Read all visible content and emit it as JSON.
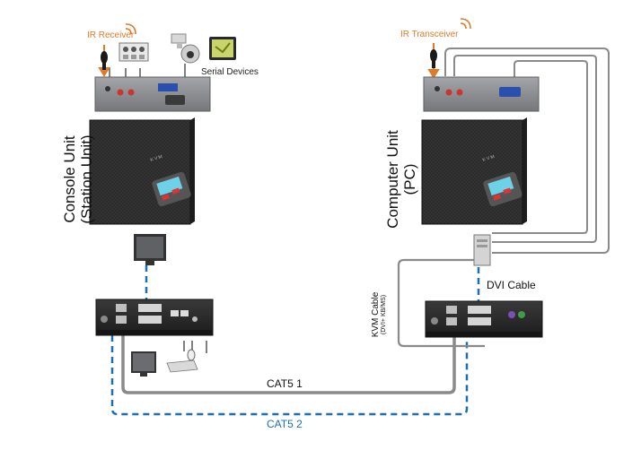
{
  "labels": {
    "ir_receiver": "IR Receiver",
    "serial_devices": "Serial Devices",
    "ir_transceiver": "IR Transceiver",
    "console_unit": "Console Unit",
    "console_unit_sub": "(Station Unit)",
    "computer_unit": "Computer Unit",
    "computer_unit_sub": "(PC)",
    "dvi_cable": "DVI Cable",
    "kvm_cable": "KVM Cable",
    "kvm_cable_sub": "(DVI+ KB/MS)",
    "cat5_1": "CAT5 1",
    "cat5_2": "CAT5 2"
  },
  "colors": {
    "ir": "#e07a2a",
    "cat5_1_line": "#8a8a8a",
    "cat5_2_line": "#1a6fb5",
    "cat5_2_text": "#1a6fb5",
    "device_dark": "#2a2a2a",
    "panel_grey": "#8e9093"
  }
}
